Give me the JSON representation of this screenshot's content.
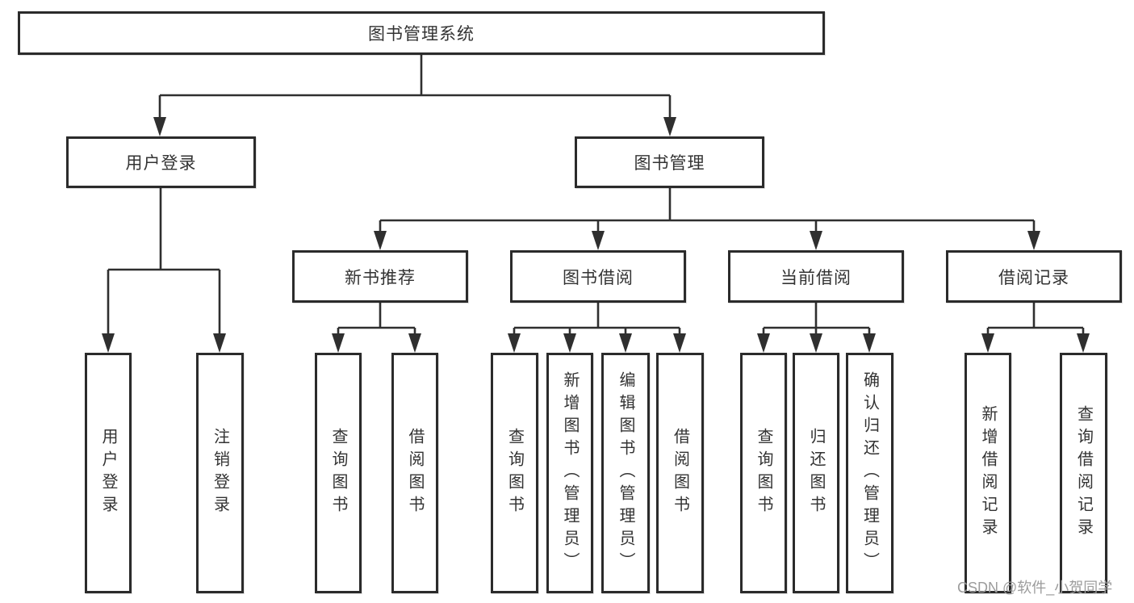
{
  "diagram": {
    "root": {
      "label": "图书管理系统"
    },
    "level2": [
      {
        "label": "用户登录"
      },
      {
        "label": "图书管理"
      }
    ],
    "level3": [
      {
        "label": "新书推荐"
      },
      {
        "label": "图书借阅"
      },
      {
        "label": "当前借阅"
      },
      {
        "label": "借阅记录"
      }
    ],
    "leaves": {
      "user_login": [
        {
          "label": "用户登录"
        },
        {
          "label": "注销登录"
        }
      ],
      "new_books": [
        {
          "label": "查询图书"
        },
        {
          "label": "借阅图书"
        }
      ],
      "book_borrowing": [
        {
          "label": "查询图书"
        },
        {
          "label": "新增图书（管理员）"
        },
        {
          "label": "编辑图书（管理员）"
        },
        {
          "label": "借阅图书"
        }
      ],
      "current_borrowing": [
        {
          "label": "查询图书"
        },
        {
          "label": "归还图书"
        },
        {
          "label": "确认归还（管理员）"
        }
      ],
      "borrowing_records": [
        {
          "label": "新增借阅记录"
        },
        {
          "label": "查询借阅记录"
        }
      ]
    },
    "watermark": "CSDN @软件_小贺同学",
    "colors": {
      "line": "#2f2f2f",
      "box_border": "#2b2b2b",
      "text": "#333333",
      "watermark": "#9c9c9c",
      "background": "#ffffff"
    }
  }
}
